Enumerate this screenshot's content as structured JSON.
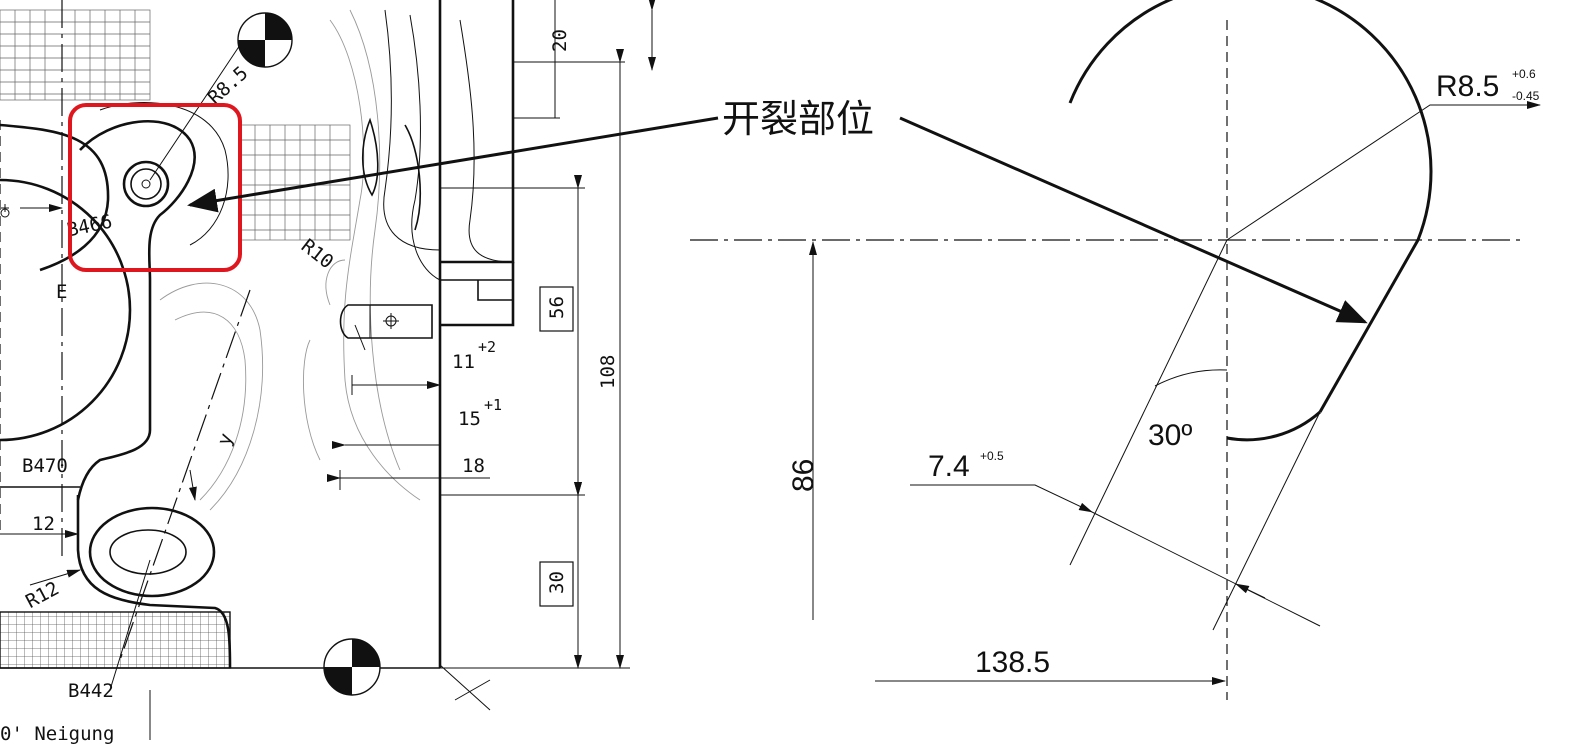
{
  "left_drawing": {
    "labels": {
      "r85": "R8.5",
      "b466": "B466",
      "e": "E",
      "r10": "R10",
      "b470": "B470",
      "d12": "12",
      "r12": "R12",
      "b442": "B442",
      "neigung": "0' Neigung",
      "d20": "20",
      "d56": "56",
      "d108": "108",
      "d11": "11",
      "d11_tol": "+2",
      "d15": "15",
      "d15_tol": "+1",
      "d18": "18",
      "d30": "30",
      "y_mark": "y"
    }
  },
  "callout": {
    "text": "开裂部位"
  },
  "detail": {
    "radius": "R8.5",
    "radius_tol_upper": "+0.6",
    "radius_tol_lower": "-0.45",
    "angle": "30º",
    "width": "7.4",
    "width_tol": "+0.5",
    "vertical_dim": "86",
    "horizontal_dim": "138.5"
  }
}
